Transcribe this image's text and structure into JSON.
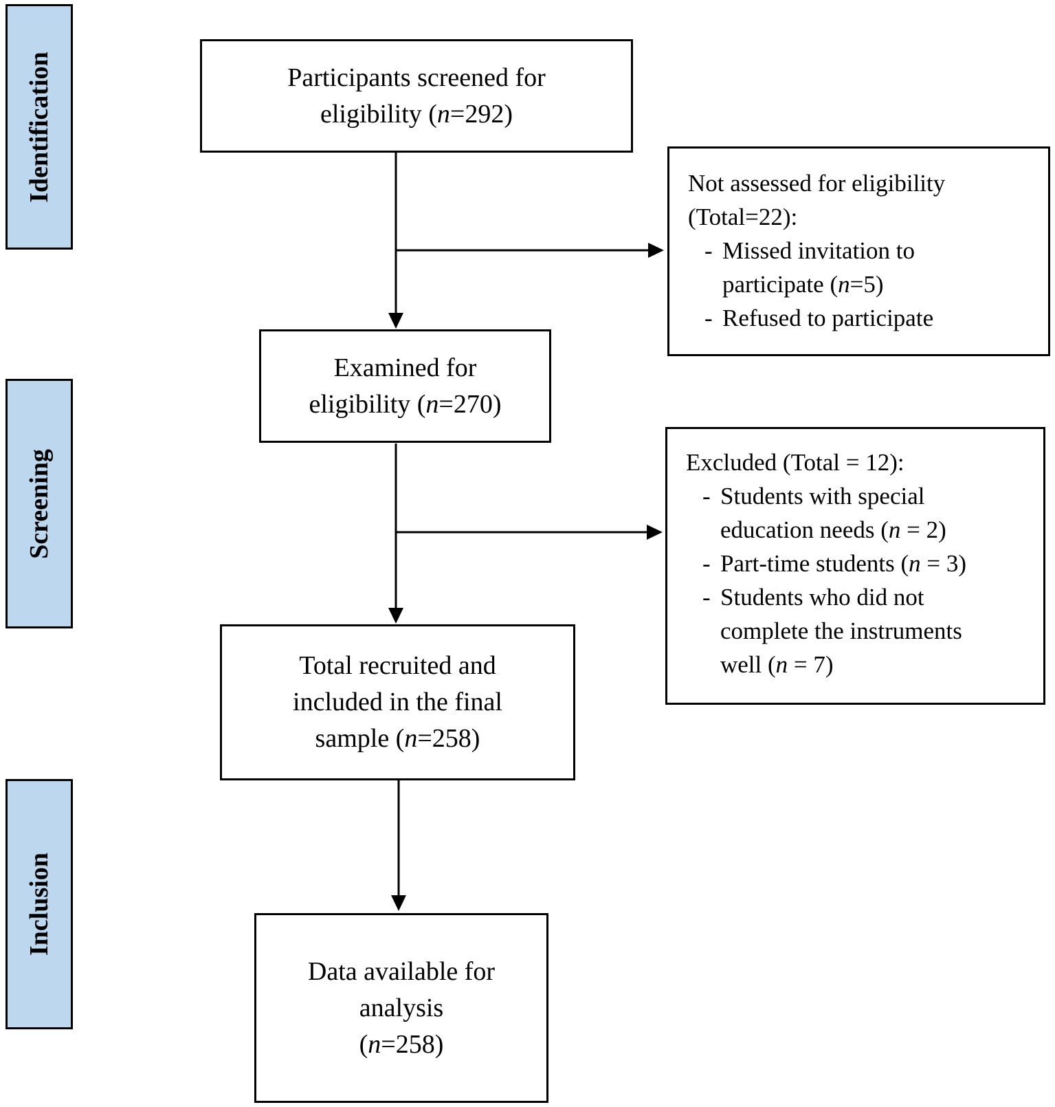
{
  "phases": {
    "identification": "Identification",
    "screening": "Screening",
    "inclusion": "Inclusion"
  },
  "boxes": {
    "screened": {
      "line1": "Participants screened for",
      "line2_pre": "eligibility (",
      "n": "n",
      "line2_post": "=292)"
    },
    "examined": {
      "line1": "Examined for",
      "line2_pre": "eligibility (",
      "n": "n",
      "line2_post": "=270)"
    },
    "recruited": {
      "line1": "Total recruited and",
      "line2": "included in the final",
      "line3_pre": "sample (",
      "n": "n",
      "line3_post": "=258)"
    },
    "analysis": {
      "line1": "Data available for",
      "line2": "analysis",
      "line3_pre": "(",
      "n": "n",
      "line3_post": "=258)"
    },
    "not_assessed": {
      "header1": "Not assessed for eligibility",
      "header2": "(Total=22):",
      "item1_line1": "Missed invitation to",
      "item1_line2_pre": "participate (",
      "item1_n": "n",
      "item1_line2_post": "=5)",
      "item2": "Refused to participate"
    },
    "excluded": {
      "header": "Excluded (Total = 12):",
      "item1_line1": "Students with special",
      "item1_line2_pre": "education needs (",
      "item1_n": "n",
      "item1_line2_post": " = 2)",
      "item2_pre": "Part-time students (",
      "item2_n": "n",
      "item2_post": " = 3)",
      "item3_line1": "Students who did not",
      "item3_line2": "complete the instruments",
      "item3_line3_pre": "well (",
      "item3_n": "n",
      "item3_line3_post": " = 7)"
    }
  },
  "dash": "-"
}
